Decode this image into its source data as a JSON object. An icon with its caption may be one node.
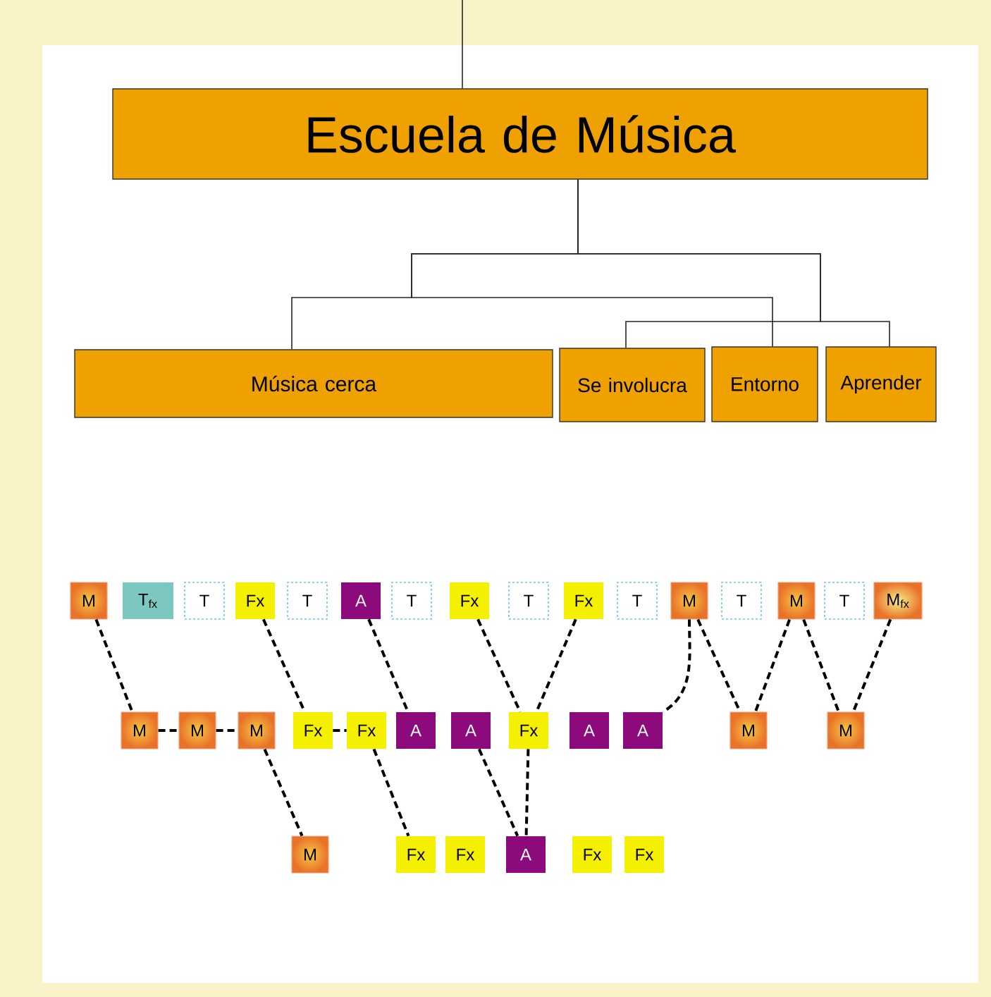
{
  "diagram": {
    "nodes": [
      {
        "text": [
          "Escuela de Música"
        ]
      },
      {
        "text": [
          "Música cerca"
        ]
      },
      {
        "text": [
          "Se involucra"
        ]
      },
      {
        "text": [
          "Entorno"
        ]
      },
      {
        "text": [
          "Aprender"
        ]
      },
      {
        "text": [
          "M"
        ]
      },
      {
        "text": [
          "T$_{fx}$"
        ]
      },
      {
        "text": [
          "T"
        ]
      },
      {
        "text": [
          "Fx"
        ]
      },
      {
        "text": [
          "T"
        ]
      },
      {
        "text": [
          "A"
        ]
      },
      {
        "text": [
          "T"
        ]
      },
      {
        "text": [
          "Fx"
        ]
      },
      {
        "text": [
          "T"
        ]
      },
      {
        "text": [
          "Fx"
        ]
      },
      {
        "text": [
          "T"
        ]
      },
      {
        "text": [
          "M"
        ]
      },
      {
        "text": [
          "T"
        ]
      },
      {
        "text": [
          "M"
        ]
      },
      {
        "text": [
          "T"
        ]
      },
      {
        "text": [
          "M$_{fx}$"
        ]
      },
      {
        "text": [
          "M"
        ]
      },
      {
        "text": [
          "M"
        ]
      },
      {
        "text": [
          "M"
        ]
      },
      {
        "text": [
          "Fx"
        ]
      },
      {
        "text": [
          "Fx"
        ]
      },
      {
        "text": [
          "A"
        ]
      },
      {
        "text": [
          "A"
        ]
      },
      {
        "text": [
          "Fx"
        ]
      },
      {
        "text": [
          "A"
        ]
      },
      {
        "text": [
          "A"
        ]
      },
      {
        "text": [
          "M"
        ]
      },
      {
        "text": [
          "M"
        ]
      },
      {
        "text": [
          "M"
        ]
      },
      {
        "text": [
          "Fx"
        ]
      },
      {
        "text": [
          "Fx"
        ]
      },
      {
        "text": [
          "A"
        ]
      },
      {
        "text": [
          "Fx"
        ]
      },
      {
        "text": [
          "Fx"
        ]
      }
    ],
    "edges": [
      {
        "from": null,
        "to": 0,
        "arrow": "none"
      },
      {
        "from": 0,
        "to": 1,
        "arrow": "none"
      },
      {
        "from": 0,
        "to": 2,
        "arrow": "none"
      },
      {
        "from": 0,
        "to": 3,
        "arrow": "none"
      },
      {
        "from": 0,
        "to": 4,
        "arrow": "none"
      },
      {
        "from": 5,
        "to": 21,
        "arrow": "none",
        "style": "dashed"
      },
      {
        "from": 21,
        "to": 22,
        "arrow": "none",
        "style": "dashed"
      },
      {
        "from": 22,
        "to": 23,
        "arrow": "none",
        "style": "dashed"
      },
      {
        "from": 8,
        "to": 24,
        "arrow": "none",
        "style": "dashed"
      },
      {
        "from": 24,
        "to": 25,
        "arrow": "none",
        "style": "dashed"
      },
      {
        "from": 10,
        "to": 26,
        "arrow": "none",
        "style": "dashed"
      },
      {
        "from": 12,
        "to": 28,
        "arrow": "none",
        "style": "dashed"
      },
      {
        "from": 14,
        "to": 28,
        "arrow": "none",
        "style": "dashed"
      },
      {
        "from": 16,
        "to": 30,
        "arrow": "none",
        "style": "dashed"
      },
      {
        "from": 16,
        "to": 31,
        "arrow": "none",
        "style": "dashed"
      },
      {
        "from": 18,
        "to": 31,
        "arrow": "none",
        "style": "dashed"
      },
      {
        "from": 18,
        "to": 32,
        "arrow": "none",
        "style": "dashed"
      },
      {
        "from": 20,
        "to": 32,
        "arrow": "none",
        "style": "dashed"
      },
      {
        "from": 23,
        "to": 33,
        "arrow": "none",
        "style": "dashed"
      },
      {
        "from": 25,
        "to": 34,
        "arrow": "none",
        "style": "dashed"
      },
      {
        "from": 27,
        "to": 36,
        "arrow": "none",
        "style": "dashed"
      },
      {
        "from": 28,
        "to": 36,
        "arrow": "none",
        "style": "dashed"
      }
    ]
  }
}
